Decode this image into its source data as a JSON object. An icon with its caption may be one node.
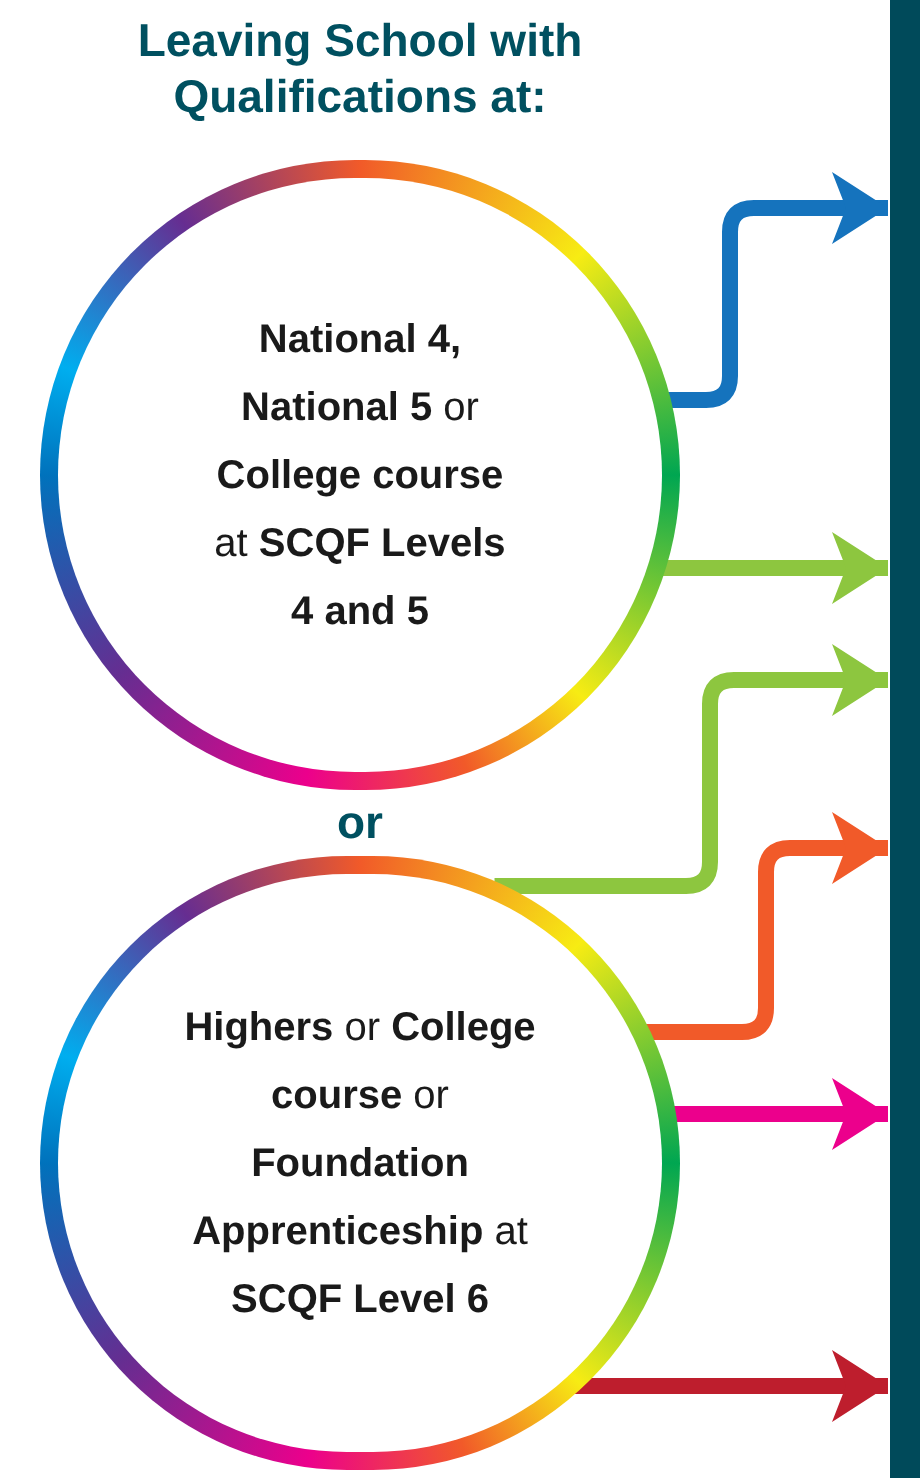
{
  "diagram": {
    "title": "Leaving School with Qualifications at:",
    "nodes": [
      {
        "text": [
          "**National 4, National 5** or **College course** at **SCQF Levels 4 and 5**"
        ]
      },
      {
        "text": [
          "**Highers** or **College course** or **Foundation Apprenticeship** at **SCQF Level 6**"
        ]
      },
      {
        "text": [],
        "shape": "bar"
      }
    ],
    "edges": [
      {
        "from": 0,
        "to": 2,
        "arrow": "to",
        "color": "#1573bd"
      },
      {
        "from": 0,
        "to": 2,
        "arrow": "to",
        "color": "#8dc63f"
      },
      {
        "from": 1,
        "to": 2,
        "arrow": "to",
        "color": "#8dc63f"
      },
      {
        "from": 1,
        "to": 2,
        "arrow": "to",
        "color": "#f15a29"
      },
      {
        "from": 1,
        "to": 2,
        "arrow": "to",
        "color": "#ec008c"
      },
      {
        "from": 1,
        "to": 2,
        "arrow": "to",
        "color": "#be1e2d"
      }
    ],
    "labels": [
      "or"
    ]
  }
}
